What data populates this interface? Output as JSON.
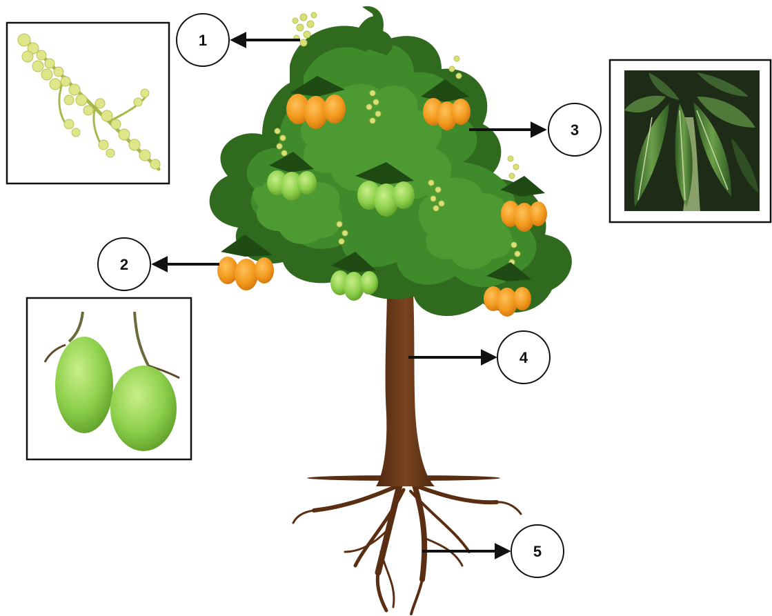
{
  "diagram": {
    "callouts": [
      {
        "id": 1,
        "label": "1",
        "points_to": "flower-cluster"
      },
      {
        "id": 2,
        "label": "2",
        "points_to": "fruit"
      },
      {
        "id": 3,
        "label": "3",
        "points_to": "leaves"
      },
      {
        "id": 4,
        "label": "4",
        "points_to": "trunk"
      },
      {
        "id": 5,
        "label": "5",
        "points_to": "roots"
      }
    ],
    "insets": [
      "flower-inset",
      "leaves-inset",
      "fruit-inset"
    ]
  },
  "colors": {
    "foliage_dark": "#2f6a1e",
    "foliage_mid": "#3f8a2a",
    "foliage_light": "#5aa83a",
    "trunk": "#6b3a1a",
    "ripe_mango": "#f29a1e",
    "green_mango": "#8ccf4a",
    "flower": "#d9e07a",
    "outline": "#111111"
  }
}
